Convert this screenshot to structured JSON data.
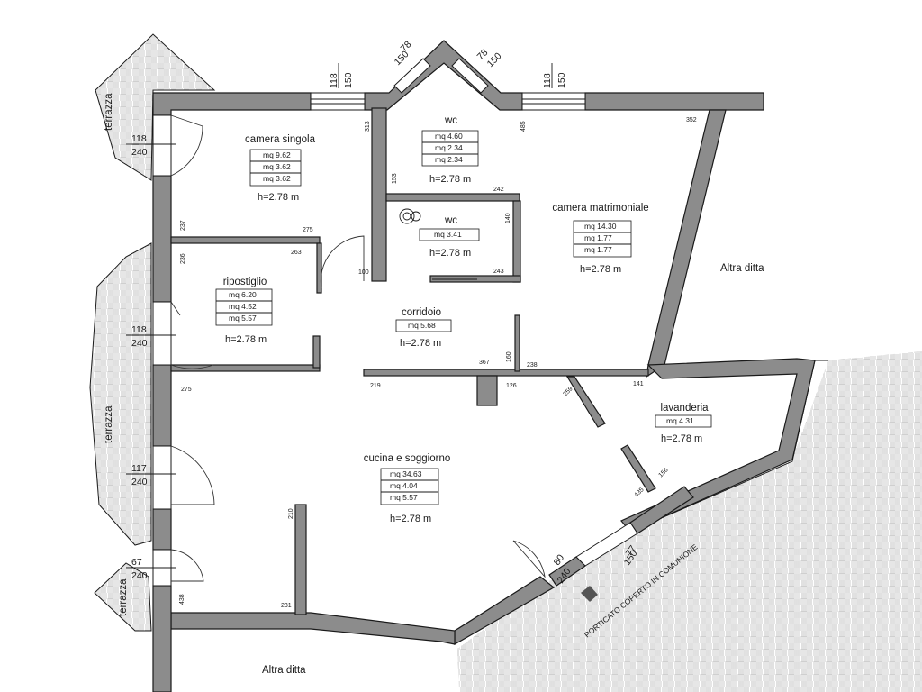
{
  "rooms": {
    "camera_singola": {
      "name": "camera singola",
      "mq": [
        "mq  9.62",
        "mq  3.62",
        "mq  3.62"
      ],
      "h": "h=2.78 m"
    },
    "wc1": {
      "name": "wc",
      "mq": [
        "mq  4.60",
        "mq  2.34",
        "mq  2.34"
      ],
      "h": "h=2.78 m"
    },
    "wc2": {
      "name": "wc",
      "mq": [
        "mq  3.41"
      ],
      "h": "h=2.78 m"
    },
    "camera_matrimoniale": {
      "name": "camera matrimoniale",
      "mq": [
        "mq  14.30",
        "mq  1.77",
        "mq  1.77"
      ],
      "h": "h=2.78 m"
    },
    "ripostiglio": {
      "name": "ripostiglio",
      "mq": [
        "mq  6.20",
        "mq  4.52",
        "mq  5.57"
      ],
      "h": "h=2.78 m"
    },
    "corridoio": {
      "name": "corridoio",
      "mq": [
        "mq  5.68"
      ],
      "h": "h=2.78 m"
    },
    "lavanderia": {
      "name": "lavanderia",
      "mq": [
        "mq  4.31"
      ],
      "h": "h=2.78 m"
    },
    "cucina": {
      "name": "cucina e soggiorno",
      "mq": [
        "mq  34.63",
        "mq  4.04",
        "mq  5.57"
      ],
      "h": "h=2.78 m"
    }
  },
  "outside": {
    "altra_ditta_right": "Altra ditta",
    "altra_ditta_bottom": "Altra ditta",
    "terrazza": "terrazza",
    "porticato": "PORTICATO COPERTO IN COMUNIONE"
  },
  "dims": {
    "top_win_left_a": "118",
    "top_win_left_b": "150",
    "top_win_right_a": "118",
    "top_win_right_b": "150",
    "bay_left_a": "78",
    "bay_left_b": "150",
    "bay_right_a": "78",
    "bay_right_b": "150",
    "d313": "313",
    "d485": "485",
    "d352": "352",
    "d153": "153",
    "d242": "242",
    "d140": "140",
    "d243": "243",
    "d275a": "275",
    "d263": "263",
    "d237": "237",
    "d236": "236",
    "d100": "100",
    "d275b": "275",
    "d367": "367",
    "d160": "160",
    "d238": "238",
    "d219": "219",
    "d126": "126",
    "d259": "259",
    "d141": "141",
    "d156": "156",
    "d435": "435",
    "d210": "210",
    "d231": "231",
    "d438": "438",
    "w118a": "118",
    "w240a": "240",
    "w118b": "118",
    "w240b": "240",
    "w117": "117",
    "w240c": "240",
    "w67": "67",
    "w240d": "240",
    "entry_a": "80",
    "entry_b": "240",
    "entry_c": "77",
    "entry_d": "150"
  }
}
